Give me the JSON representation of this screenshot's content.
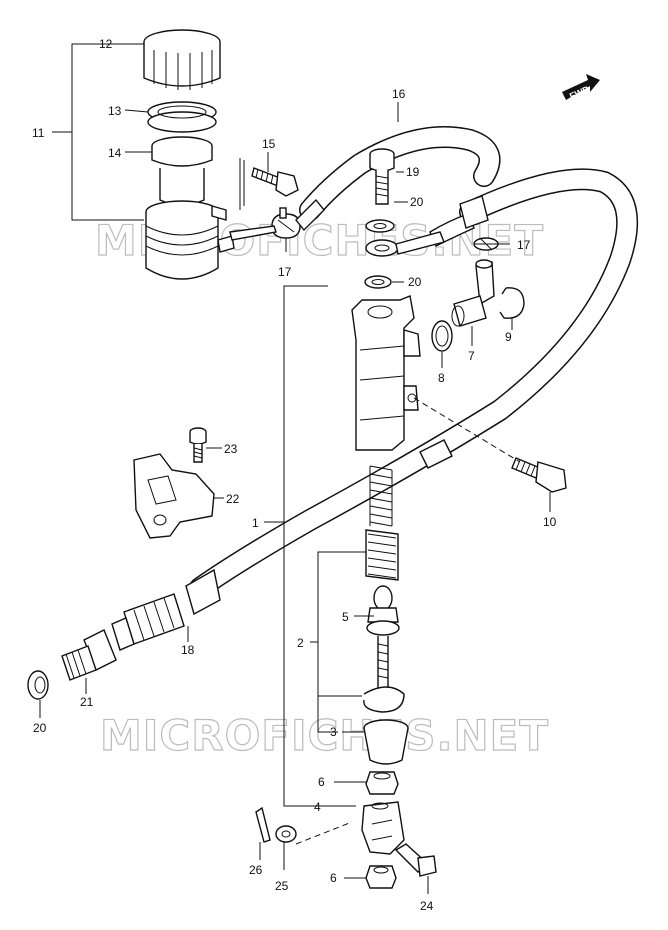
{
  "watermark": {
    "top": "MICROFICHES.NET",
    "bottom": "MICROFICHES.NET"
  },
  "direction_badge": "FWD",
  "callouts": {
    "c1": "1",
    "c2": "2",
    "c3": "3",
    "c4": "4",
    "c5": "5",
    "c6a": "6",
    "c6b": "6",
    "c7": "7",
    "c8": "8",
    "c9": "9",
    "c10": "10",
    "c11": "11",
    "c12": "12",
    "c13": "13",
    "c14": "14",
    "c15": "15",
    "c16": "16",
    "c17a": "17",
    "c17b": "17",
    "c18": "18",
    "c19": "19",
    "c20a": "20",
    "c20b": "20",
    "c20c": "20",
    "c21": "21",
    "c22": "22",
    "c23": "23",
    "c24": "24",
    "c25": "25",
    "c26": "26"
  }
}
